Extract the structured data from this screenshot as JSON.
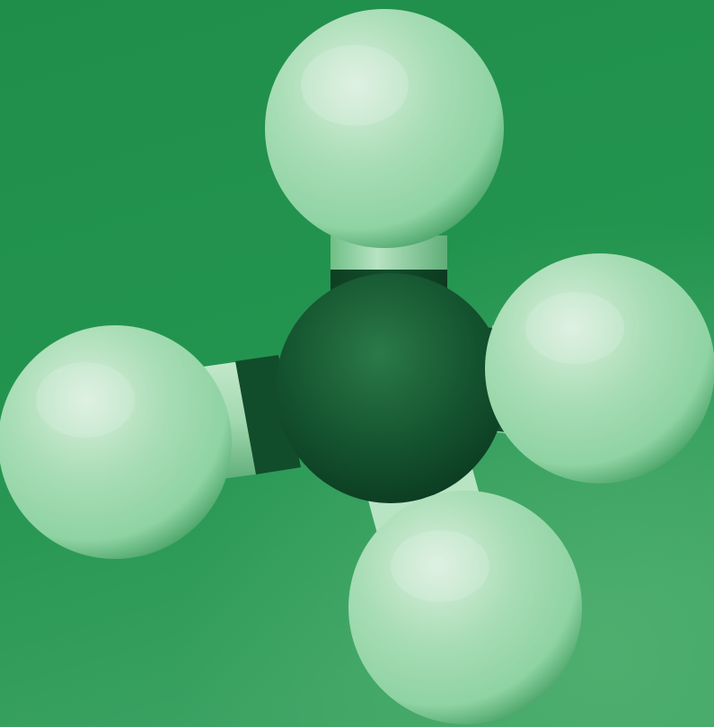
{
  "colors": {
    "background_top": "#1f8e4b",
    "background_mid": "#23944f",
    "background_bottom": "#3aa262",
    "carbon_highlight": "#2a7a48",
    "carbon_base": "#14532f",
    "carbon_shadow": "#0b3a20",
    "hydrogen_highlight": "#d9eedd",
    "hydrogen_mid": "#8fd3a3",
    "hydrogen_shadow": "#3c9a5c",
    "bond_light": "#b7e3c2",
    "bond_dark": "#124d2b"
  },
  "molecule": {
    "central_atom": "carbon",
    "bonded_atoms": [
      "hydrogen",
      "hydrogen",
      "hydrogen",
      "hydrogen"
    ]
  }
}
